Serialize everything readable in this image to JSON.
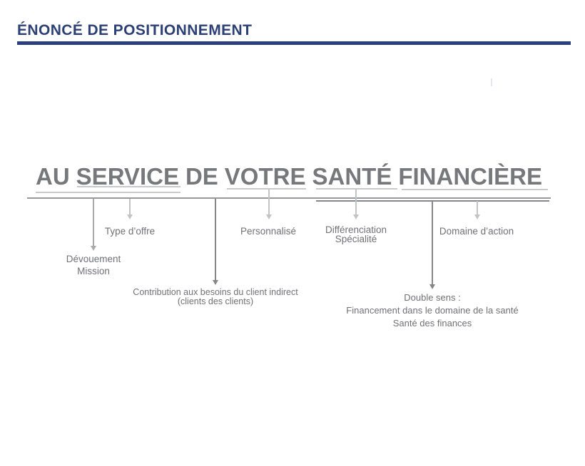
{
  "appearance": {
    "accent_navy": "#2b3e7d",
    "title_navy": "#2d4076",
    "headline_gray": "#77787b",
    "underline_light_gray": "#c8c9cb",
    "connector_gray": "#97989b",
    "arrow_dark_gray": "#85868a",
    "label_gray": "#707175",
    "background": "#ffffff"
  },
  "header": {
    "title": "ÉNONCÉ DE POSITIONNEMENT"
  },
  "headline": {
    "full_text": "AU SERVICE DE VOTRE SANTÉ FINANCIÈRE",
    "words": {
      "w1": "AU",
      "w2": "SERVICE",
      "w3": "DE",
      "w4": "VOTRE",
      "w5": "SANTÉ",
      "w6": "FINANCIÈRE"
    }
  },
  "annotations": {
    "devouement": {
      "target_word": "AU",
      "lines": [
        "Dévouement",
        "Mission"
      ]
    },
    "type_offre": {
      "target_word": "SERVICE",
      "lines": [
        "Type d’offre"
      ]
    },
    "contribution": {
      "target_word": "DE",
      "lines": [
        "Contribution aux besoins du client indirect",
        "(clients des clients)"
      ]
    },
    "personnalise": {
      "target_word": "VOTRE",
      "lines": [
        "Personnalisé"
      ]
    },
    "differenciation": {
      "target_word": "SANTÉ",
      "lines": [
        "Différenciation",
        "Spécialité"
      ]
    },
    "double_sens": {
      "target_word": "SANTÉ FINANCIÈRE",
      "lines": [
        "Double sens :",
        "Financement dans le domaine de la santé",
        "Santé des finances"
      ]
    },
    "domaine_action": {
      "target_word": "FINANCIÈRE",
      "lines": [
        "Domaine d’action"
      ]
    }
  }
}
